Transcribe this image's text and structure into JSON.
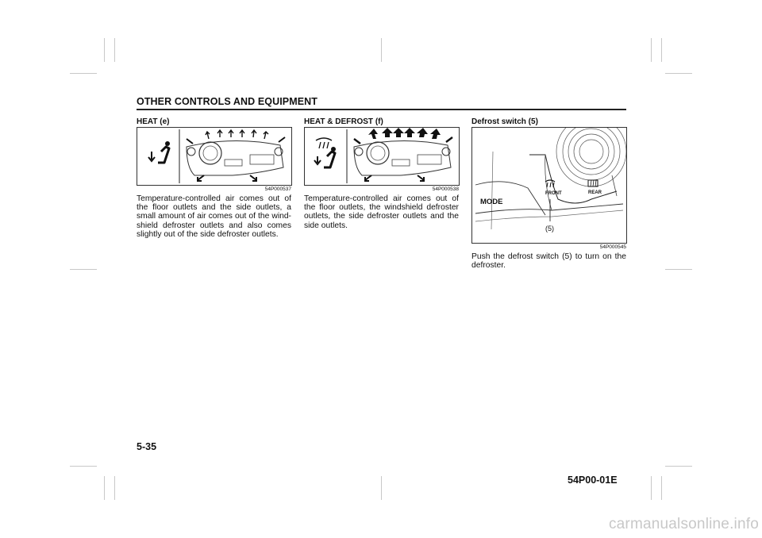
{
  "header": {
    "title": "OTHER CONTROLS AND EQUIPMENT"
  },
  "columns": [
    {
      "heading": "HEAT (e)",
      "figure_code": "54P000537",
      "text": "Temperature-controlled air comes out of the floor outlets and the side outlets, a small amount of air comes out of the wind-shield defroster outlets and also comes slightly out of the side defroster outlets."
    },
    {
      "heading": "HEAT & DEFROST (f)",
      "figure_code": "54P000538",
      "text": "Temperature-controlled air comes out of the floor outlets, the windshield defroster outlets, the side defroster outlets and the side outlets."
    },
    {
      "heading": "Defrost switch (5)",
      "figure_code": "54P000545",
      "figure_labels": {
        "mode": "MODE",
        "front": "FRONT",
        "rear": "REAR",
        "callout": "(5)"
      },
      "text": "Push the defrost switch (5) to turn on the defroster."
    }
  ],
  "footer": {
    "page_number": "5-35",
    "doc_code": "54P00-01E"
  },
  "watermark": "carmanualsonline.info"
}
